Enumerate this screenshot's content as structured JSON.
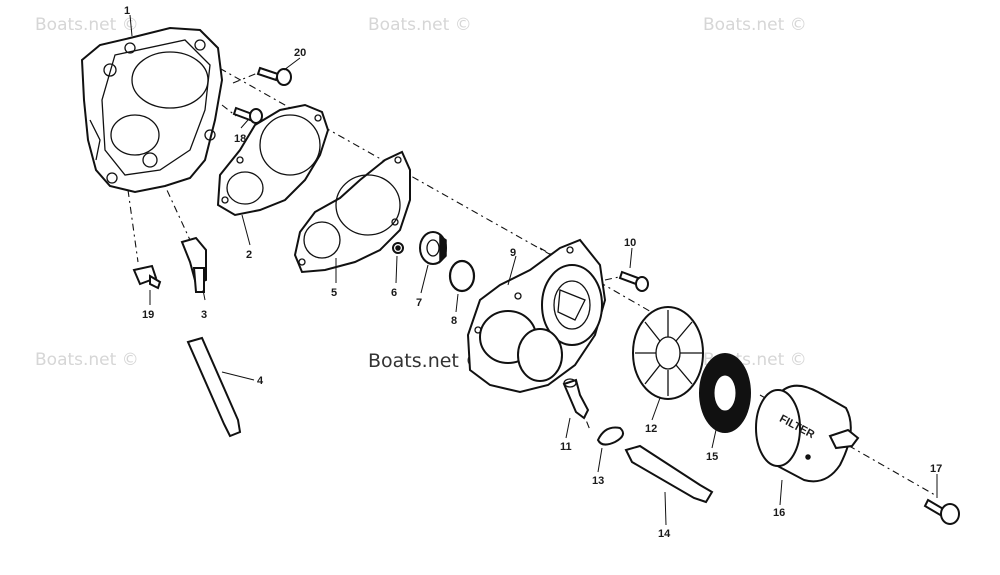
{
  "watermarks": [
    {
      "id": "wm-1",
      "text": "Boats.net ©"
    },
    {
      "id": "wm-2",
      "text": "Boats.net ©"
    },
    {
      "id": "wm-3",
      "text": "Boats.net ©"
    },
    {
      "id": "wm-4",
      "text": "Boats.net ©"
    },
    {
      "id": "wm-5",
      "text": "Boats.net ©"
    },
    {
      "id": "wm-6",
      "text": "Boats.net ©"
    }
  ],
  "callouts": [
    "1",
    "2",
    "3",
    "4",
    "5",
    "6",
    "7",
    "8",
    "9",
    "10",
    "11",
    "12",
    "13",
    "14",
    "15",
    "16",
    "17",
    "18",
    "19",
    "20"
  ],
  "filter_label": "FILTER",
  "colors": {
    "ink": "#111111",
    "watermark": "#d6d6d6",
    "background": "#ffffff"
  }
}
